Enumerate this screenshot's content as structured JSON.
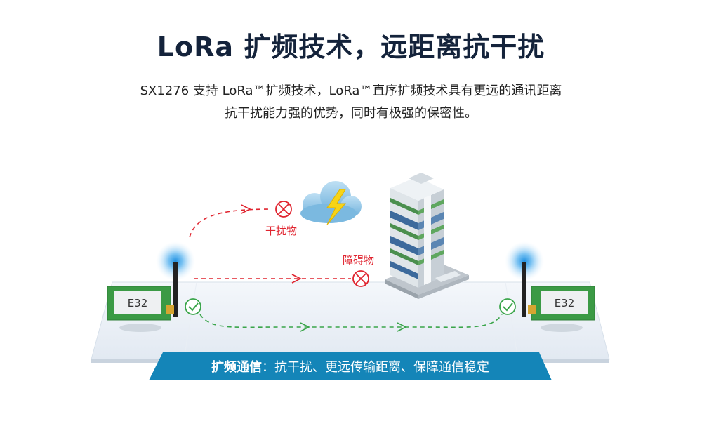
{
  "title": "LoRa 扩频技术，远距离抗干扰",
  "description": {
    "line1": "SX1276 支持 LoRa™扩频技术，LoRa™直序扩频技术具有更远的通讯距离",
    "line2": "抗干扰能力强的优势，同时有极强的保密性。"
  },
  "modules": {
    "left_label": "E32",
    "right_label": "E32"
  },
  "paths": {
    "interference_label": "干扰物",
    "obstacle_label": "障碍物"
  },
  "banner": {
    "highlight": "扩频通信",
    "separator": "：",
    "text": "抗干扰、更远传输距离、保障通信稳定"
  },
  "colors": {
    "title": "#14233b",
    "failed_path": "#e0242f",
    "success_path": "#3aa54a",
    "banner": "#1485b8",
    "module_board": "#3b9a45"
  }
}
